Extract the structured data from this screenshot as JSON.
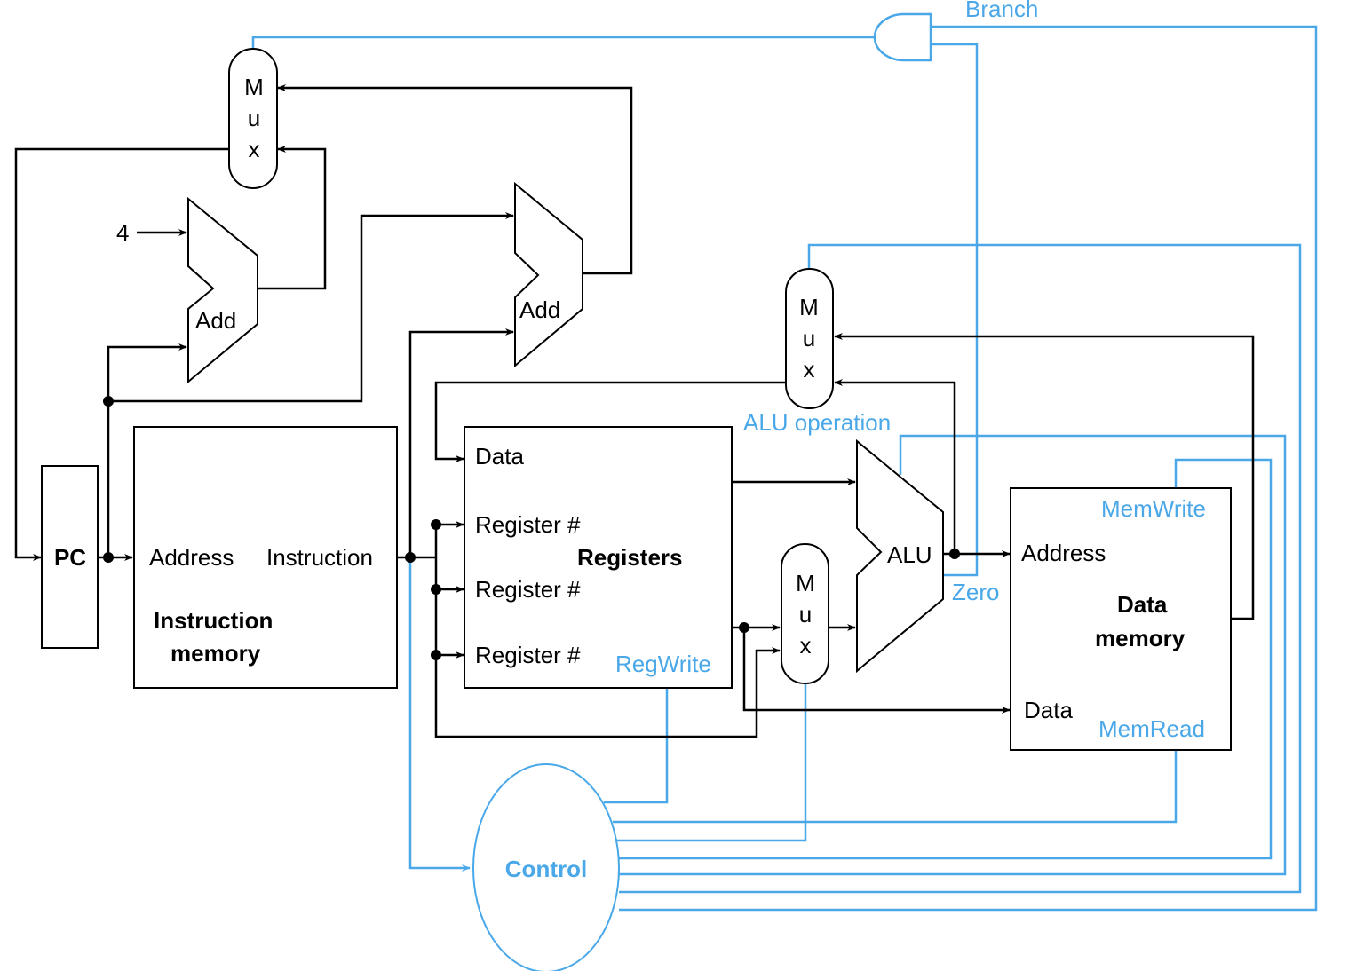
{
  "colors": {
    "datapath": "#000000",
    "control": "#4aa8e8"
  },
  "pc": {
    "label": "PC"
  },
  "constant_four": "4",
  "adders": [
    {
      "label": "Add"
    },
    {
      "label": "Add"
    }
  ],
  "muxes": [
    {
      "letters": [
        "M",
        "u",
        "x"
      ]
    },
    {
      "letters": [
        "M",
        "u",
        "x"
      ]
    },
    {
      "letters": [
        "M",
        "u",
        "x"
      ]
    }
  ],
  "instruction_memory": {
    "address": "Address",
    "instruction": "Instruction",
    "title_line1": "Instruction",
    "title_line2": "memory"
  },
  "registers": {
    "data": "Data",
    "reg1": "Register #",
    "reg2": "Register #",
    "reg3": "Register #",
    "title": "Registers",
    "regwrite": "RegWrite"
  },
  "alu": {
    "label": "ALU",
    "operation": "ALU operation",
    "zero": "Zero"
  },
  "data_memory": {
    "memwrite": "MemWrite",
    "address": "Address",
    "title_line1": "Data",
    "title_line2": "memory",
    "data": "Data",
    "memread": "MemRead"
  },
  "control": {
    "label": "Control"
  },
  "branch": {
    "label": "Branch"
  }
}
